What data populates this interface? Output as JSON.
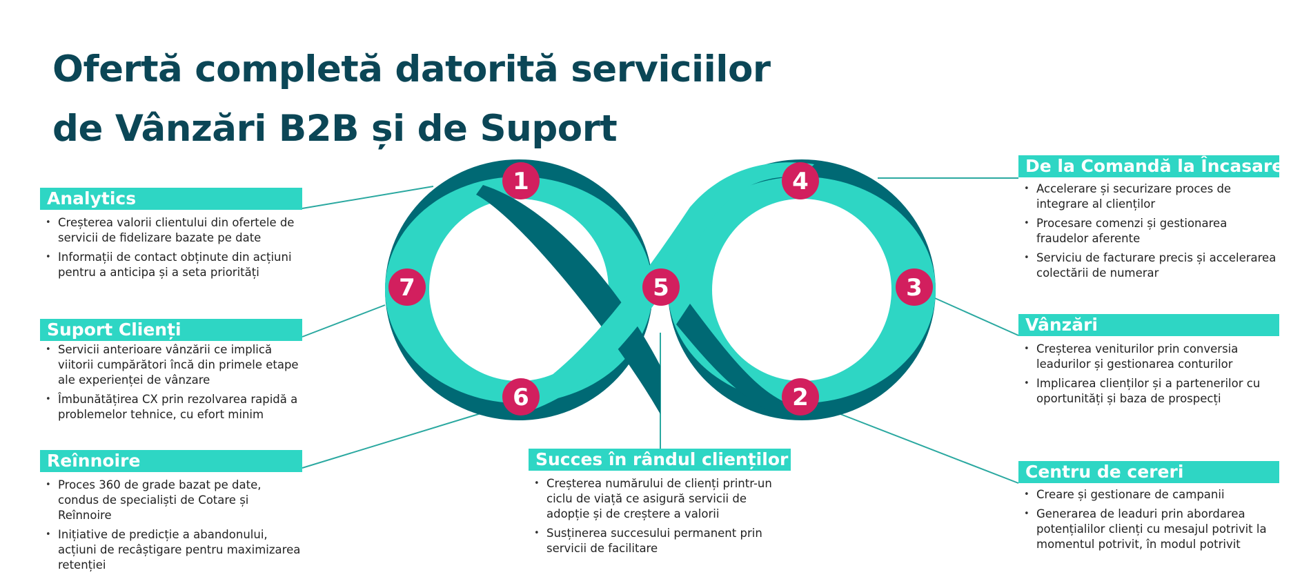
{
  "title": {
    "line1": "Ofertă completă datorită serviciilor",
    "line2": "de Vânzări B2B și de Suport"
  },
  "colors": {
    "title": "#0b4656",
    "header_band": "#2ed6c4",
    "loop_light": "#2ed6c4",
    "loop_dark": "#006974",
    "badge": "#d21f5e"
  },
  "badges": [
    "1",
    "2",
    "3",
    "4",
    "5",
    "6",
    "7"
  ],
  "sections": {
    "analytics": {
      "title": "Analytics",
      "items": [
        "Creșterea valorii clientului din ofertele de servicii de fidelizare bazate pe date",
        "Informații de contact obținute din acțiuni pentru a anticipa și a seta priorități"
      ]
    },
    "suport_clienti": {
      "title": "Suport Clienți",
      "items": [
        "Servicii anterioare vânzării ce implică viitorii cumpărători încă din primele etape ale experienței de vânzare",
        "Îmbunătățirea CX prin rezolvarea rapidă a problemelor tehnice, cu efort minim"
      ]
    },
    "reinnoire": {
      "title": "Reînnoire",
      "items": [
        "Proces 360 de grade bazat pe date, condus de specialiști de Cotare și Reînnoire",
        "Inițiative de predicție a abandonului, acțiuni de recâștigare pentru maximizarea retenției"
      ]
    },
    "succes": {
      "title": "Succes în rândul clienților",
      "items": [
        "Creșterea numărului de clienți printr-un ciclu de viață ce asigură servicii de adopție și de creștere a valorii",
        "Susținerea succesului permanent prin servicii de facilitare"
      ]
    },
    "comanda": {
      "title": "De la Comandă la Încasare",
      "items": [
        "Accelerare și securizare proces de integrare al clienților",
        "Procesare comenzi și gestionarea fraudelor aferente",
        "Serviciu de facturare precis și accelerarea colectării de numerar"
      ]
    },
    "vanzari": {
      "title": "Vânzări",
      "items": [
        "Creșterea veniturilor prin conversia leadurilor și gestionarea conturilor",
        "Implicarea clienților și a partenerilor cu oportunități și baza de prospecți"
      ]
    },
    "centru": {
      "title": "Centru de cereri",
      "items": [
        "Creare și gestionare de campanii",
        "Generarea de leaduri prin abordarea potențialilor clienți cu mesajul potrivit la momentul potrivit, în modul potrivit"
      ]
    }
  }
}
